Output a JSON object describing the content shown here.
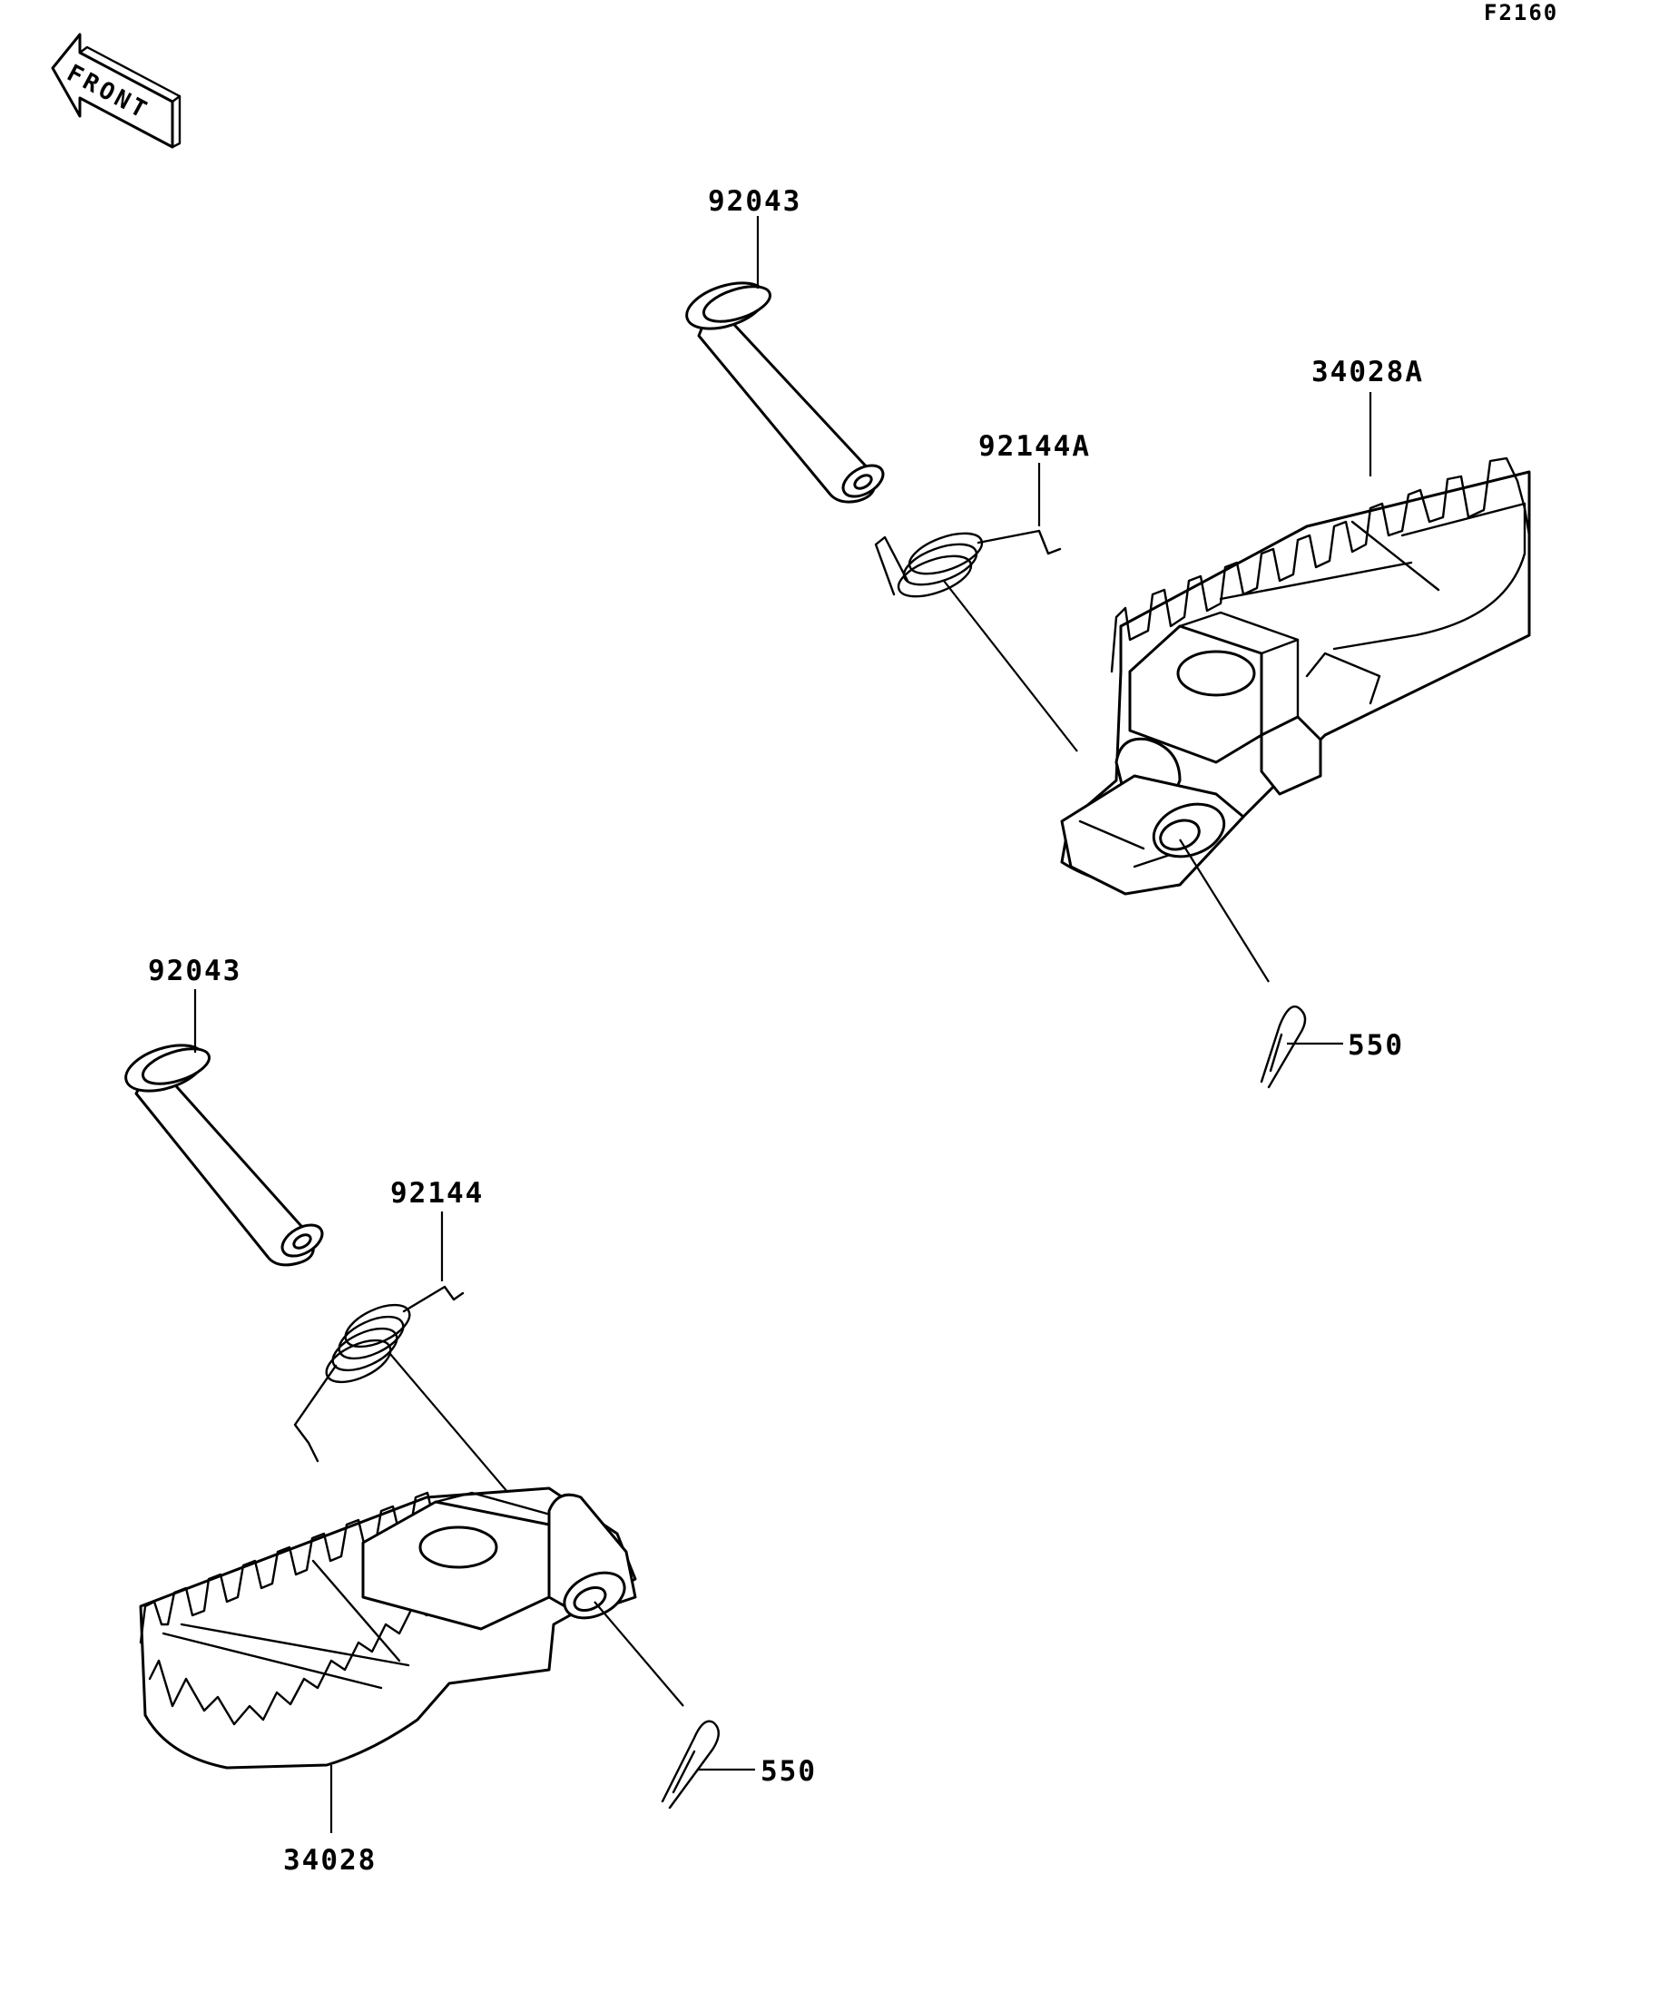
{
  "diagram_code": "F2160",
  "front_label": "FRONT",
  "callouts": {
    "pin_right": "92043",
    "spring_right": "92144A",
    "footpeg_right": "34028A",
    "cotter_right": "550",
    "pin_left": "92043",
    "spring_left": "92144",
    "footpeg_left": "34028",
    "cotter_left": "550"
  },
  "colors": {
    "line": "#000000",
    "background": "#ffffff"
  }
}
